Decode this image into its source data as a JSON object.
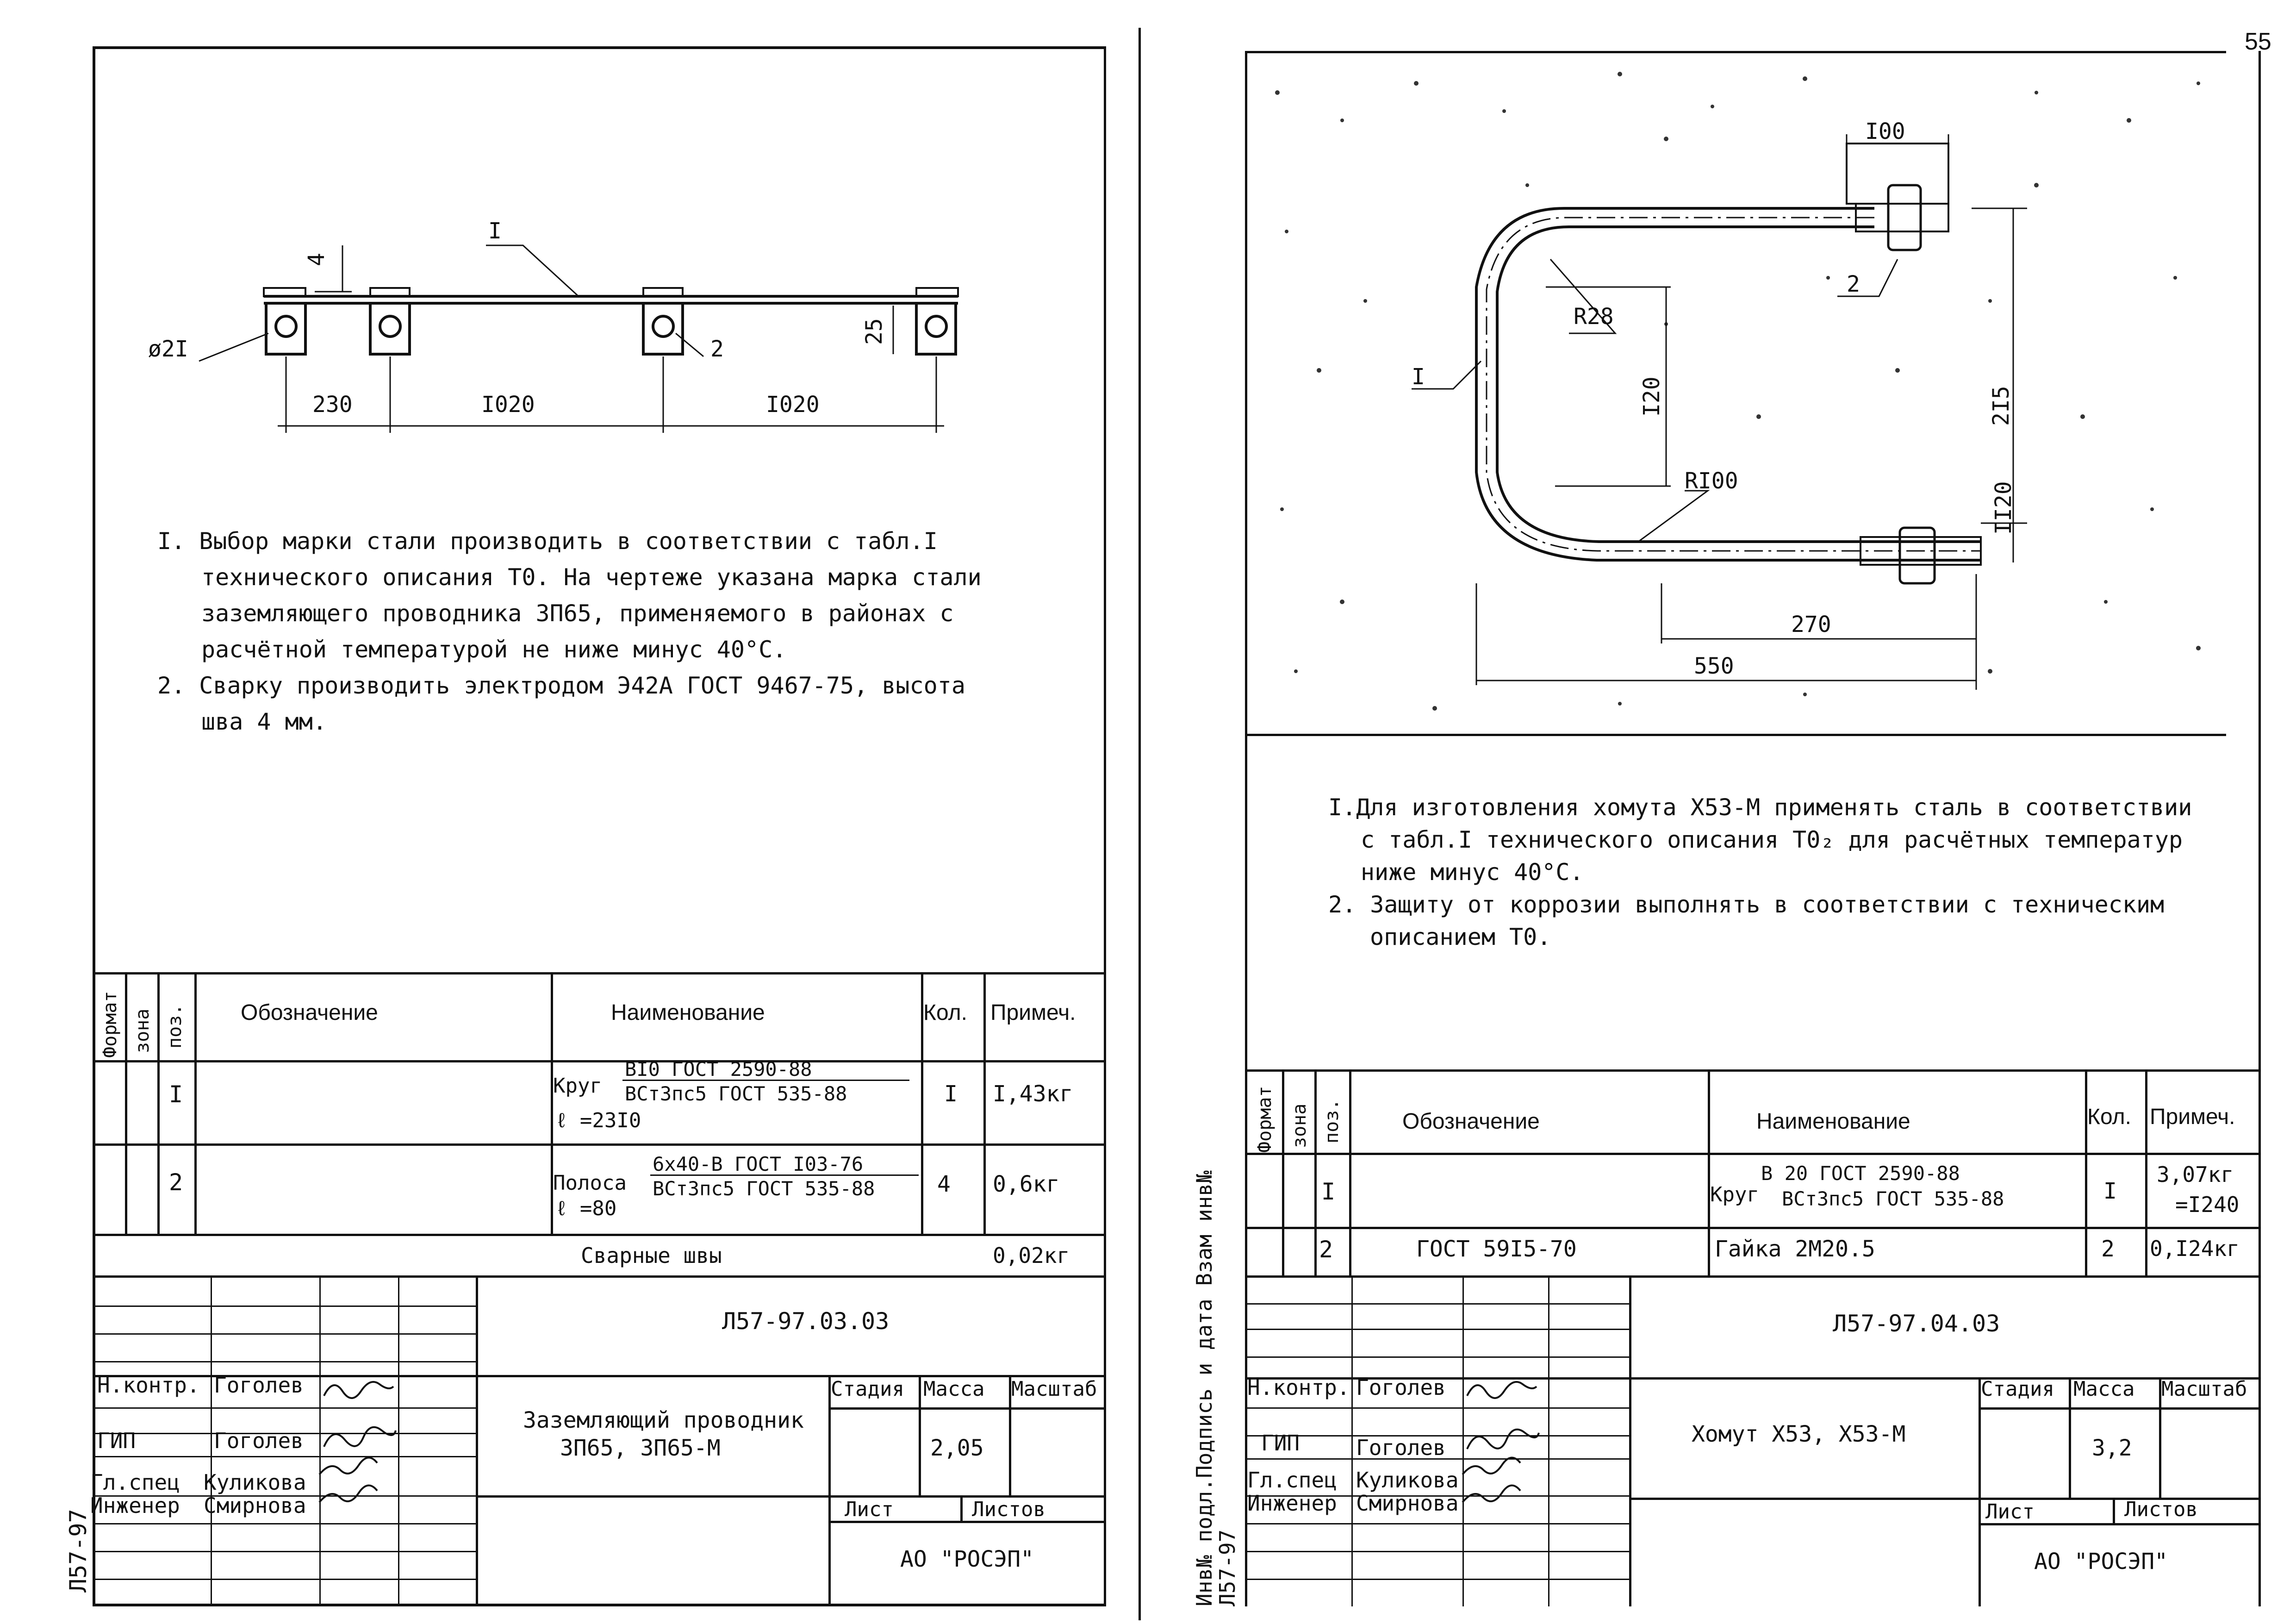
{
  "page_number": "55",
  "left": {
    "drawing": {
      "labels": {
        "pos1": "I",
        "pos2": "2",
        "diameter": "ø2I",
        "weld": "4",
        "height": "25",
        "dim1": "230",
        "dim2": "I020",
        "dim3": "I020"
      }
    },
    "notes": [
      "I. Выбор марки стали производить в соответствии с табл.I",
      "технического описания Т0. На чертеже указана марка стали",
      "заземляющего проводника ЗП65, применяемого в районах с",
      "расчётной температурой не ниже минус 40°С.",
      "2. Сварку производить электродом Э42А ГОСТ 9467-75, высота",
      "шва 4 мм."
    ],
    "spec": {
      "headers": {
        "format": "Формат",
        "zone": "зона",
        "pos": "поз.",
        "designation": "Обозначение",
        "name": "Наименование",
        "qty": "Кол.",
        "note": "Примеч."
      },
      "rows": [
        {
          "pos": "I",
          "prefix": "Круг",
          "top": "BI0 ГОСТ 2590-88",
          "bottom": "ВСт3пс5 ГОСТ 535-88",
          "extra": "ℓ =23I0",
          "qty": "I",
          "note": "I,43кг"
        },
        {
          "pos": "2",
          "prefix": "Полоса",
          "top": "6х40-В ГОСТ I03-76",
          "bottom": "ВСт3пс5 ГОСТ 535-88",
          "extra": "ℓ =80",
          "qty": "4",
          "note": "0,6кг"
        }
      ],
      "welds": {
        "name": "Сварные швы",
        "note": "0,02кг"
      }
    },
    "title_block": {
      "code": "Л57-97.03.03",
      "roles": [
        "Н.контр.",
        "ГИП",
        "Гл.спец",
        "Инженер"
      ],
      "names": [
        "Гоголев",
        "Гоголев",
        "Куликова",
        "Смирнова"
      ],
      "title_line1": "Заземляющий проводник",
      "title_line2": "ЗП65, ЗП65-М",
      "stage_label": "Стадия",
      "mass_label": "Масса",
      "scale_label": "Масштаб",
      "mass": "2,05",
      "sheet_label": "Лист",
      "sheets_label": "Листов",
      "org": "АО \"РОСЭП\""
    },
    "side_stamp": "Л57-97"
  },
  "right": {
    "drawing": {
      "labels": {
        "pos1": "I",
        "pos2": "2",
        "dim_top": "I00",
        "r_small": "R28",
        "r_big": "RI00",
        "dim_120": "I20",
        "dim_215": "2I5",
        "dim_1120": "II20",
        "dim_270": "270",
        "dim_550": "550"
      }
    },
    "notes": [
      "I.Для изготовления хомута Х53-М применять сталь в соответствии",
      "с табл.I технического описания Т0₂ для расчётных температур",
      "ниже минус 40°С.",
      "2. Защиту от коррозии выполнять в соответствии с техническим",
      "описанием Т0."
    ],
    "spec": {
      "headers": {
        "format": "Формат",
        "zone": "зона",
        "pos": "поз.",
        "designation": "Обозначение",
        "name": "Наименование",
        "qty": "Кол.",
        "note": "Примеч."
      },
      "rows": [
        {
          "pos": "I",
          "designation": "",
          "prefix": "Круг",
          "top": "В 20 ГОСТ 2590-88",
          "bottom": "ВСт3пс5 ГОСТ 535-88",
          "qty": "I",
          "note": "3,07кг",
          "note2": "=I240"
        },
        {
          "pos": "2",
          "designation": "ГОСТ 59I5-70",
          "name": "Гайка 2М20.5",
          "qty": "2",
          "note": "0,I24кг"
        }
      ]
    },
    "title_block": {
      "code": "Л57-97.04.03",
      "roles": [
        "Н.контр.",
        "ГИП",
        "Гл.спец",
        "Инженер"
      ],
      "names": [
        "Гоголев",
        "Гоголев",
        "Куликова",
        "Смирнова"
      ],
      "title": "Хомут Х53, Х53-М",
      "stage_label": "Стадия",
      "mass_label": "Масса",
      "scale_label": "Масштаб",
      "mass": "3,2",
      "sheet_label": "Лист",
      "sheets_label": "Листов",
      "org": "АО \"РОСЭП\""
    },
    "side_stamp": "Инв№ подл.Подпись и дата Взам инв№",
    "side_stamp2": "Л57-97"
  }
}
